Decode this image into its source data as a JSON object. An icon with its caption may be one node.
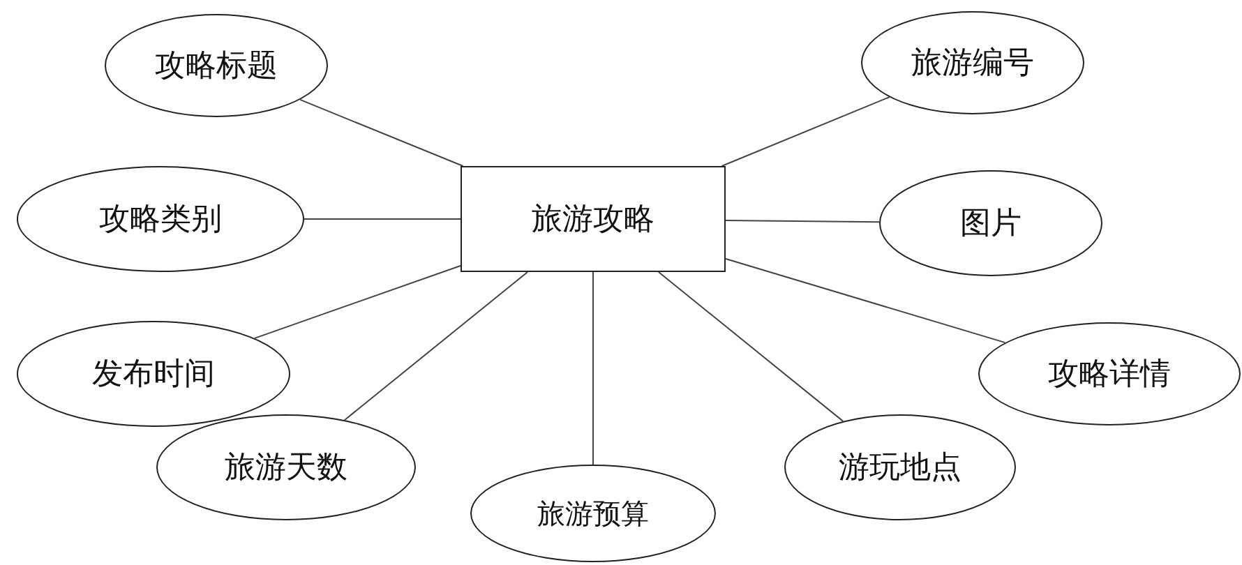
{
  "diagram": {
    "nodes": [
      {
        "text": [
          "旅游攻略"
        ]
      },
      {
        "text": [
          "攻略标题"
        ]
      },
      {
        "text": [
          "攻略类别"
        ]
      },
      {
        "text": [
          "发布时间"
        ]
      },
      {
        "text": [
          "旅游天数"
        ]
      },
      {
        "text": [
          "旅游预算"
        ]
      },
      {
        "text": [
          "旅游编号"
        ]
      },
      {
        "text": [
          "图片"
        ]
      },
      {
        "text": [
          "攻略详情"
        ]
      },
      {
        "text": [
          "游玩地点"
        ]
      }
    ],
    "edges": [
      {
        "from": 0,
        "to": 1,
        "arrow": "none"
      },
      {
        "from": 0,
        "to": 2,
        "arrow": "none"
      },
      {
        "from": 0,
        "to": 3,
        "arrow": "none"
      },
      {
        "from": 0,
        "to": 4,
        "arrow": "none"
      },
      {
        "from": 0,
        "to": 5,
        "arrow": "none"
      },
      {
        "from": 0,
        "to": 6,
        "arrow": "none"
      },
      {
        "from": 0,
        "to": 7,
        "arrow": "none"
      },
      {
        "from": 0,
        "to": 8,
        "arrow": "none"
      },
      {
        "from": 0,
        "to": 9,
        "arrow": "none"
      }
    ]
  }
}
